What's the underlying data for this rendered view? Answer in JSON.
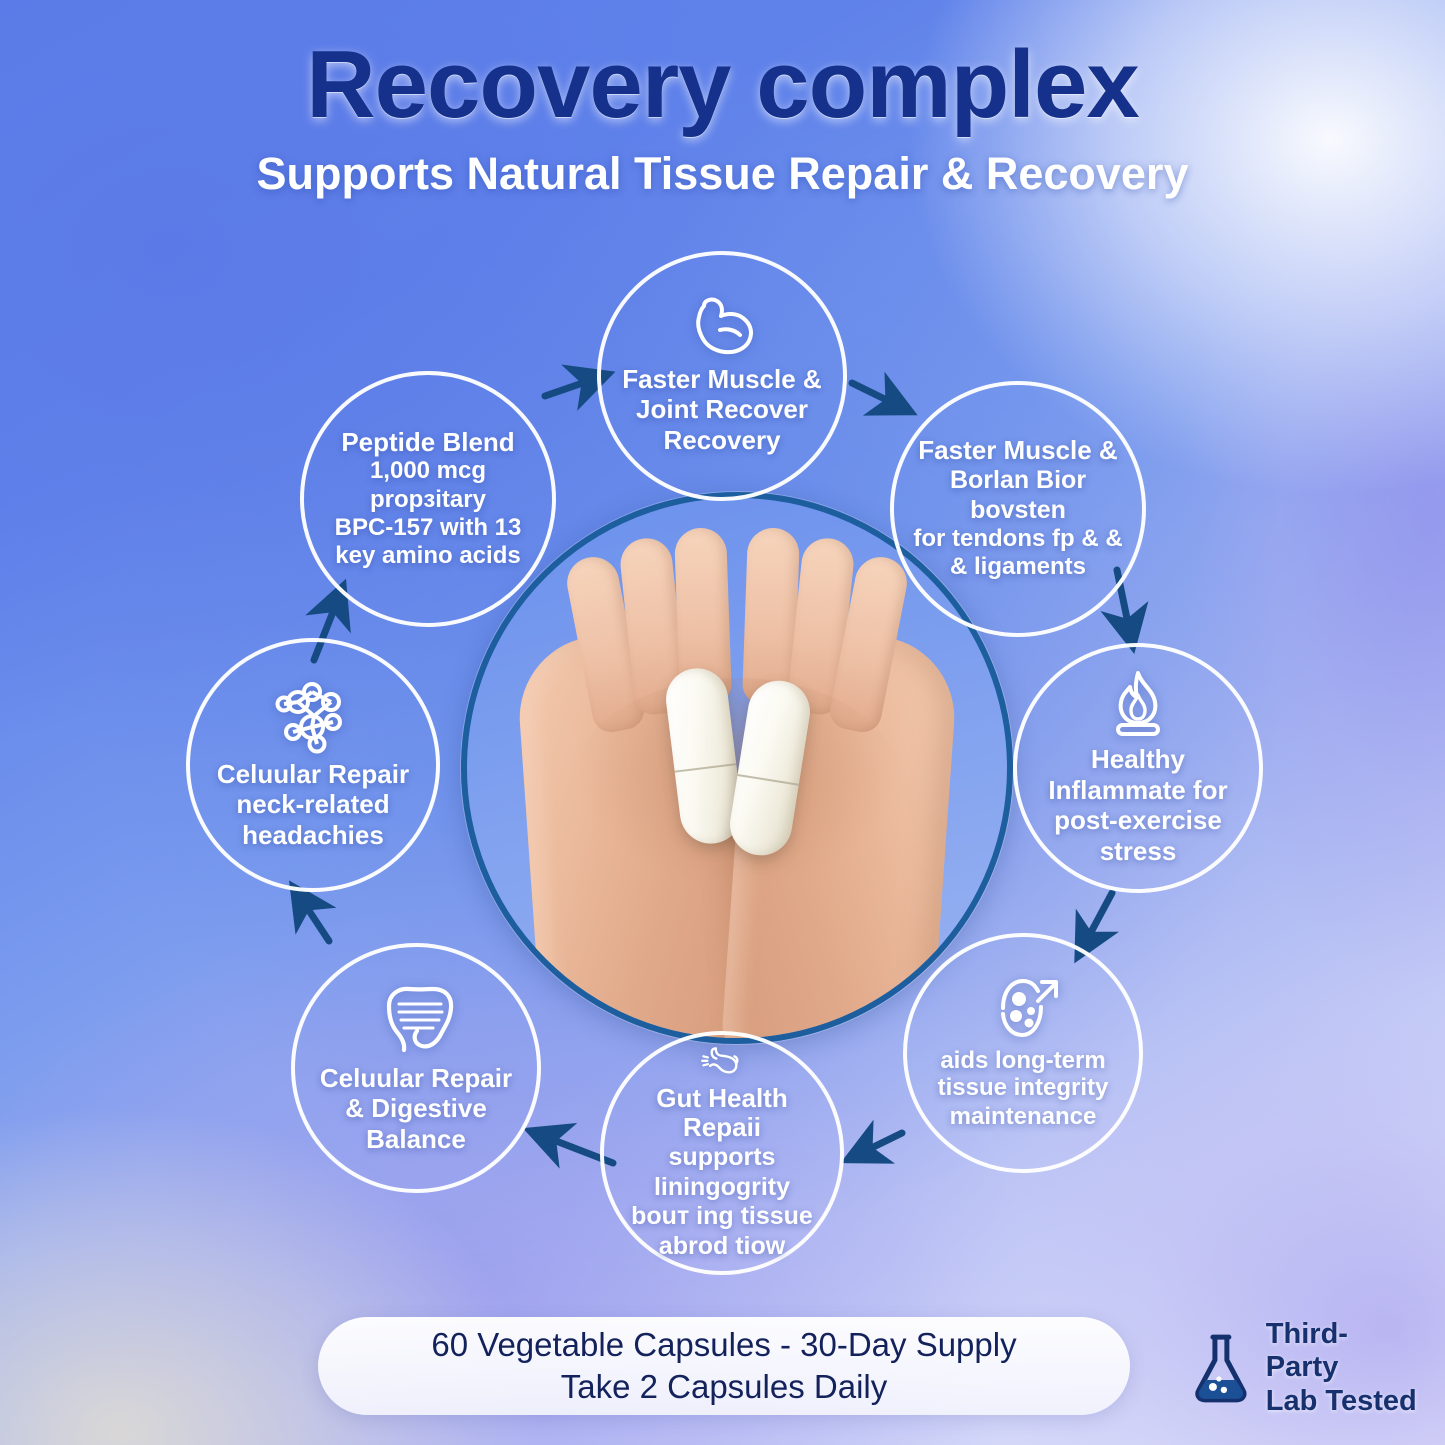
{
  "header": {
    "title": "Recovery complex",
    "subtitle": "Supports Natural Tissue Repair & Recovery"
  },
  "colors": {
    "title": "#16318c",
    "arrow": "#144a80",
    "center_ring": "#1d5e9e",
    "circle_outline": "#ffffff",
    "badge_text": "#16316e"
  },
  "center": {
    "name": "hands-holding-capsules-photo",
    "capsule_count": 2
  },
  "nodes": [
    {
      "id": "peptide",
      "icon": "none",
      "label": "Peptide Blend",
      "lines": [
        "1,000 mcg propзitary",
        "BPC-157 with 13",
        "key amino acids"
      ]
    },
    {
      "id": "muscle",
      "icon": "bicep-icon",
      "label": "Faster Muscle &",
      "lines": [
        "Joint Recover",
        "Recovery"
      ]
    },
    {
      "id": "tendon",
      "icon": "none",
      "label": "Faster Muscle &",
      "lines": [
        "Borlan Bior bovsten",
        "for tendons fp & &",
        "& ligaments"
      ]
    },
    {
      "id": "inflammation",
      "icon": "flame-icon",
      "label": "Healthy",
      "lines": [
        "Inflammate for",
        "post-exercise",
        "stress"
      ]
    },
    {
      "id": "tissue",
      "icon": "cell-growth-icon",
      "label": "aids long-term",
      "lines": [
        "tissue integrity",
        "maintenance"
      ]
    },
    {
      "id": "gut",
      "icon": "stomach-icon",
      "label": "Gut Health Repaii",
      "lines": [
        "supports liningogrity",
        "bouᴛ ing tissue",
        "abrod tiow"
      ]
    },
    {
      "id": "digestive",
      "icon": "intestine-icon",
      "label": "Celuular Repair",
      "lines": [
        "& Digestive",
        "Balance"
      ]
    },
    {
      "id": "cellular",
      "icon": "molecule-icon",
      "label": "Celuular Repair",
      "lines": [
        "neck-related",
        "headachies"
      ]
    }
  ],
  "footer": {
    "line1": "60 Vegetable Capsules - 30-Day Supply",
    "line2": "Take 2 Capsules Daily"
  },
  "badge": {
    "icon": "flask-icon",
    "line1": "Third-Party",
    "line2": "Lab Tested"
  }
}
